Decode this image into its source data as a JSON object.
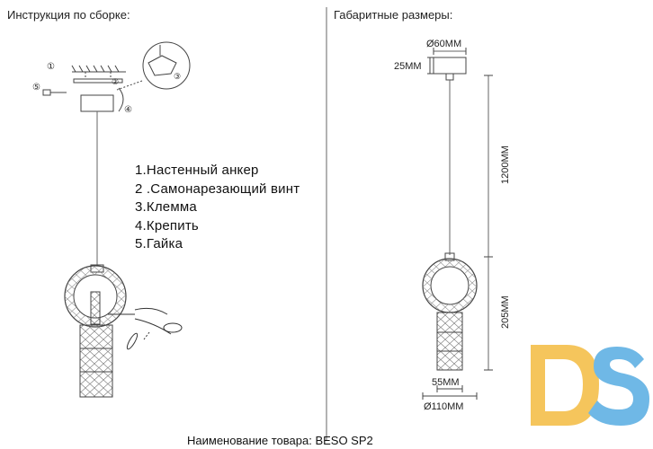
{
  "assembly": {
    "heading": "Инструкция по сборке:",
    "callouts": [
      "①",
      "⑤",
      "②",
      "③",
      "④"
    ],
    "legend": [
      "1.Настенный анкер",
      "2 .Самонарезающий винт",
      "3.Клемма",
      "4.Крепить",
      "5.Гайка"
    ]
  },
  "dimensions": {
    "heading": "Габаритные размеры:",
    "canopy_diameter": "Ø60MM",
    "canopy_height": "25MM",
    "cable_length": "1200MM",
    "shade_height": "205MM",
    "tube_diameter": "55MM",
    "ring_diameter": "Ø110MM"
  },
  "footer": {
    "product_name": "Наименование товара: BESO SP2"
  },
  "logo": {
    "text": "DS",
    "colors": {
      "d": "#f5c55c",
      "s": "#6fb8e6"
    }
  }
}
